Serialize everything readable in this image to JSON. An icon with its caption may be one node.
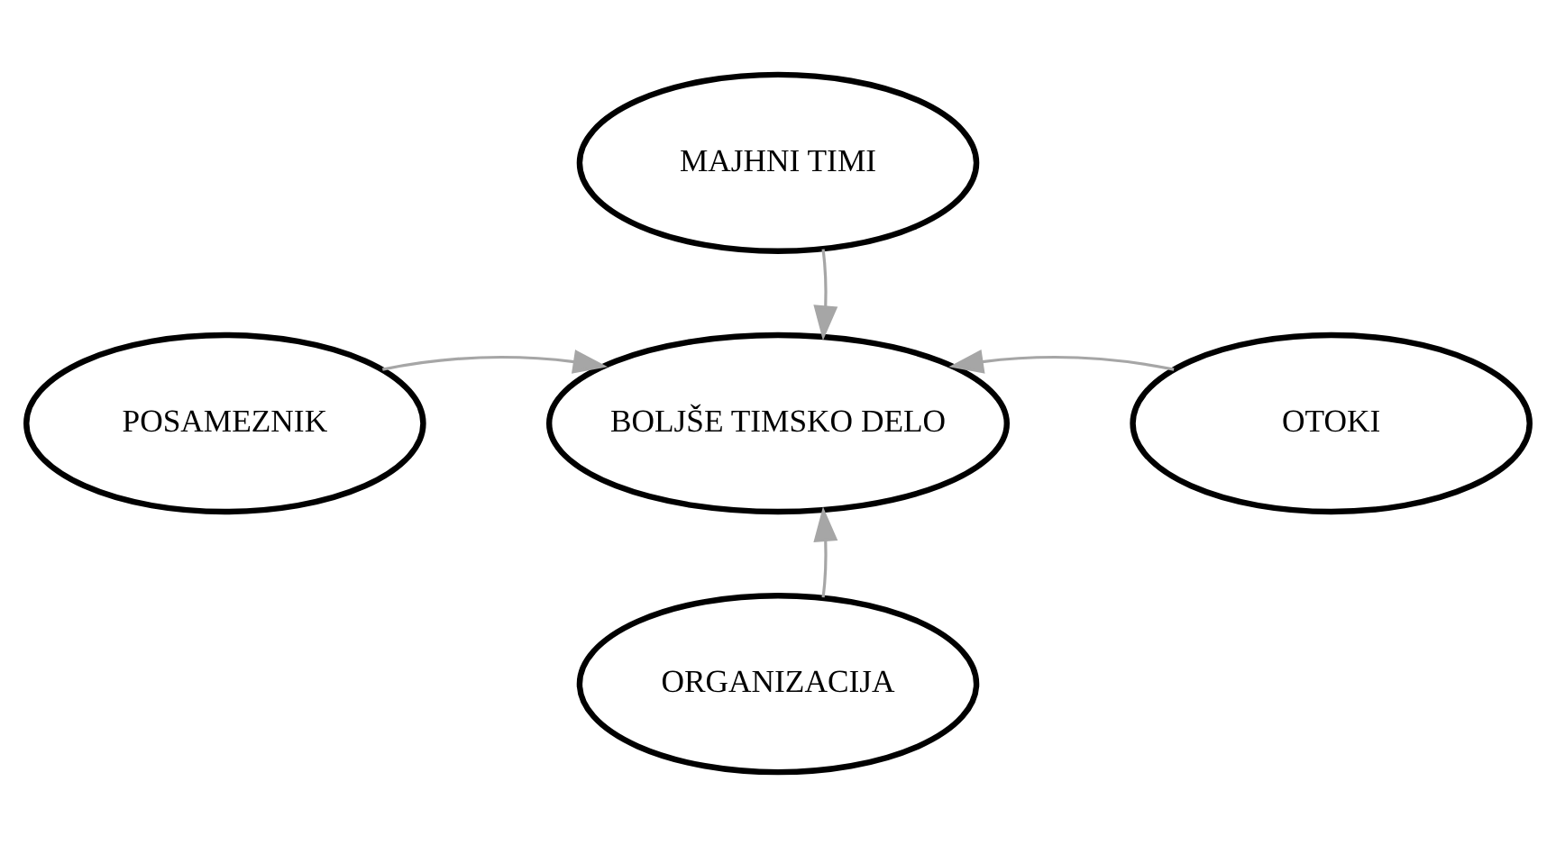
{
  "diagram": {
    "nodes": [
      {
        "text": [
          "MAJHNI TIMI"
        ]
      },
      {
        "text": [
          "POSAMEZNIK"
        ]
      },
      {
        "text": [
          "BOLJŠE TIMSKO DELO"
        ]
      },
      {
        "text": [
          "OTOKI"
        ]
      },
      {
        "text": [
          "ORGANIZACIJA"
        ]
      }
    ],
    "edges": [
      {
        "from": 0,
        "to": 2,
        "arrow": "to",
        "color": "#a6a6a6"
      },
      {
        "from": 1,
        "to": 2,
        "arrow": "to",
        "color": "#a6a6a6"
      },
      {
        "from": 3,
        "to": 2,
        "arrow": "to",
        "color": "#a6a6a6"
      },
      {
        "from": 4,
        "to": 2,
        "arrow": "to",
        "color": "#a6a6a6"
      }
    ]
  }
}
